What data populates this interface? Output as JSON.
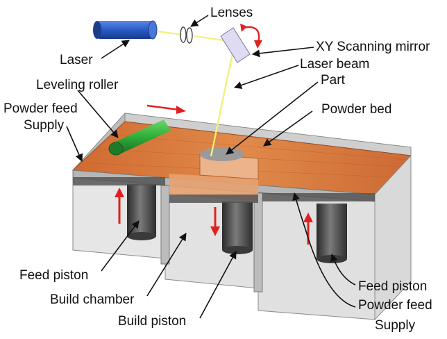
{
  "labels": {
    "lenses": "Lenses",
    "laser": "Laser",
    "xy_mirror": "XY Scanning mirror",
    "laser_beam": "Laser beam",
    "part": "Part",
    "leveling_roller": "Leveling roller",
    "powder_feed_supply_left_1": "Powder feed",
    "powder_feed_supply_left_2": "Supply",
    "powder_bed": "Powder bed",
    "feed_piston_left": "Feed piston",
    "build_chamber": "Build chamber",
    "build_piston": "Build piston",
    "feed_piston_right": "Feed piston",
    "powder_feed_supply_right_1": "Powder feed",
    "powder_feed_supply_right_2": "Supply"
  },
  "colors": {
    "laser_body": "#2a5bc4",
    "beam": "#f2f07a",
    "powder": "#d9743a",
    "roller": "#2fae3a",
    "motion_arrow": "#e02020",
    "wall": "#d8d8d8",
    "piston": "#4a4a4a"
  }
}
